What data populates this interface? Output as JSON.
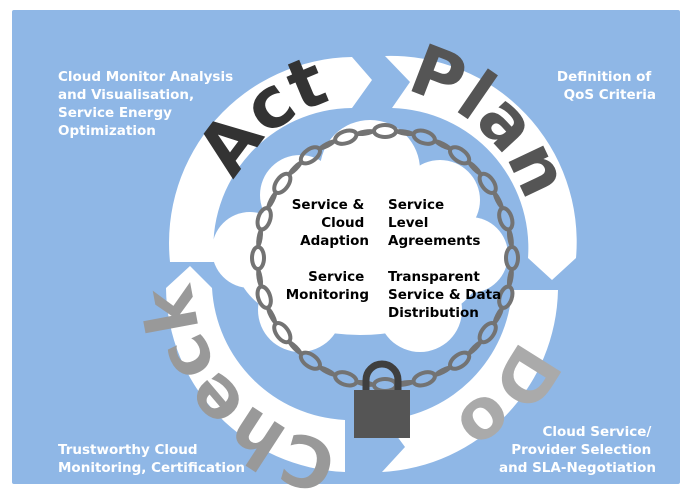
{
  "phases": {
    "act": "Act",
    "plan": "Plan",
    "do": "Do",
    "check": "Check"
  },
  "corners": {
    "top_left": [
      "Cloud Monitor Analysis",
      "and Visualisation,",
      "Service Energy",
      "Optimization"
    ],
    "top_right": [
      "Definition of",
      "QoS Criteria"
    ],
    "bottom_right": [
      "Cloud Service/",
      "Provider Selection",
      "and SLA-Negotiation"
    ],
    "bottom_left": [
      "Trustworthy Cloud",
      "Monitoring, Certification"
    ]
  },
  "center": {
    "top_left": [
      "Service &",
      "Cloud",
      "Adaption"
    ],
    "top_right": [
      "Service",
      "Level",
      "Agreements"
    ],
    "bottom_left": [
      "Service",
      "Monitoring"
    ],
    "bottom_right": [
      "Transparent",
      "Service & Data",
      "Distribution"
    ]
  },
  "colors": {
    "background": "#8fb7e6",
    "ring": "#ffffff",
    "act_text": "#333333",
    "plan_text": "#555555",
    "do_text": "#aaaaaa",
    "check_text": "#999999",
    "chain": "#737373",
    "lock": "#555555"
  }
}
